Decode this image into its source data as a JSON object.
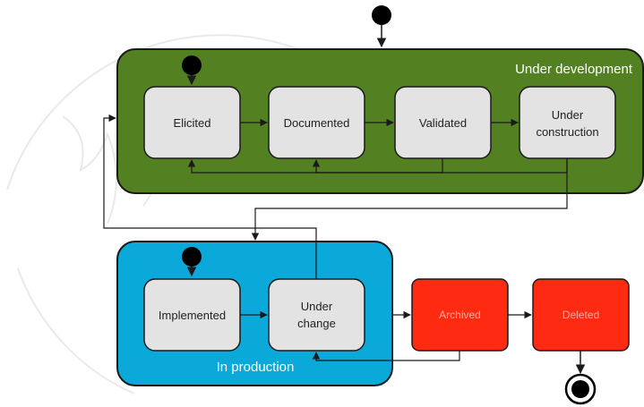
{
  "diagram": {
    "composites": {
      "development": {
        "label": "Under development",
        "color": "#538122"
      },
      "production": {
        "label": "In production",
        "color": "#0aa9d9"
      }
    },
    "states": {
      "elicited": {
        "label": "Elicited"
      },
      "documented": {
        "label": "Documented"
      },
      "validated": {
        "label": "Validated"
      },
      "under_construction": {
        "lines": [
          "Under",
          "construction"
        ]
      },
      "implemented": {
        "label": "Implemented"
      },
      "under_change": {
        "lines": [
          "Under",
          "change"
        ]
      },
      "archived": {
        "label": "Archived"
      },
      "deleted": {
        "label": "Deleted"
      }
    },
    "colors": {
      "state_fill": "#e3e3e3",
      "terminal_fill": "#ff2a12",
      "line": "#1a1a1a"
    }
  }
}
